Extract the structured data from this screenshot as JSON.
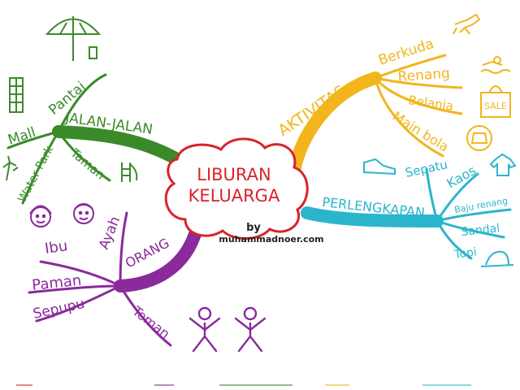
{
  "center": {
    "line1": "LIBURAN",
    "line2": "KELUARGA",
    "credit_by": "by",
    "credit_site": "muhammadnoer.com"
  },
  "branches": {
    "jalan": {
      "label": "JALAN-JALAN",
      "color": "#3b8a2a",
      "subs": [
        "Mall",
        "Pantai",
        "Water Park",
        "Taman"
      ]
    },
    "orang": {
      "label": "ORANG",
      "color": "#8a2a9c",
      "subs": [
        "Ibu",
        "Ayah",
        "Paman",
        "Sepupu",
        "Teman"
      ]
    },
    "aktivitas": {
      "label": "AKTIVITAS",
      "color": "#f2b51c",
      "subs": [
        "Berkuda",
        "Renang",
        "Belanja",
        "Main bola"
      ]
    },
    "perlengkapan": {
      "label": "PERLENGKAPAN",
      "color": "#2bb5cc",
      "subs": [
        "Sepatu",
        "Kaos",
        "Baju renang",
        "Sandal",
        "Topi"
      ]
    }
  },
  "doodles": {
    "sale_bag": "SALE"
  },
  "colors": {
    "center_outline": "#d8232a",
    "center_text": "#d8232a",
    "credit_text": "#222222",
    "doodle_red": "#d8232a",
    "doodle_purple": "#8a2a9c",
    "doodle_green": "#3b8a2a",
    "doodle_yellow": "#f2b51c",
    "doodle_blue": "#2bb5cc"
  }
}
